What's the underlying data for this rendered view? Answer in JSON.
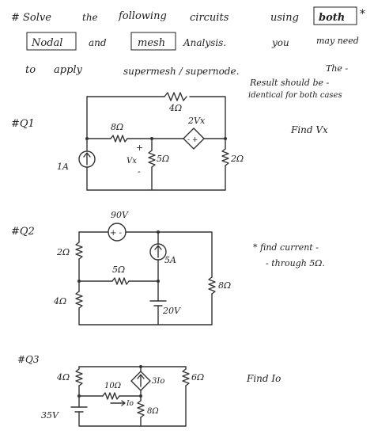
{
  "header": {
    "line1_a": "# Solve",
    "line1_b": "the",
    "line1_c": "following",
    "line1_d": "circuits",
    "line1_e": "using",
    "line1_f": "both",
    "line1_star": "*",
    "line2_a": "Nodal",
    "line2_b": "and",
    "line2_c": "mesh",
    "line2_d": "Analysis.",
    "line2_e": "you",
    "line2_f": "may need",
    "line3_a": "to",
    "line3_b": "apply",
    "line3_c": "supermesh / supernode.",
    "line3_d": "The -",
    "line4": "Result should be -",
    "line5": "identical for both cases"
  },
  "q1": {
    "tag": "#Q1",
    "r_top": "4Ω",
    "r_left": "8Ω",
    "src_dep": "2Vx",
    "src_sign": "- +",
    "vx_label": "Vx",
    "plus": "+",
    "minus": "-",
    "r_mid": "5Ω",
    "r_right": "2Ω",
    "cur_src": "1A",
    "task": "Find Vx"
  },
  "q2": {
    "tag": "#Q2",
    "v_top": "90V",
    "v_top_sign": "+ -",
    "r_left": "2Ω",
    "r_mid": "5Ω",
    "cur_src": "5A",
    "r_right": "8Ω",
    "r_bottom_left": "4Ω",
    "v_bottom": "20V",
    "task_1": "* find current -",
    "task_2": "- through 5Ω."
  },
  "q3": {
    "tag": "#Q3",
    "r_left": "4Ω",
    "r_top_mid": "10Ω",
    "io_label": "Io",
    "dep_src": "3Io",
    "r_right": "6Ω",
    "r_bottom": "8Ω",
    "v_src": "35V",
    "task": "Find Io"
  }
}
